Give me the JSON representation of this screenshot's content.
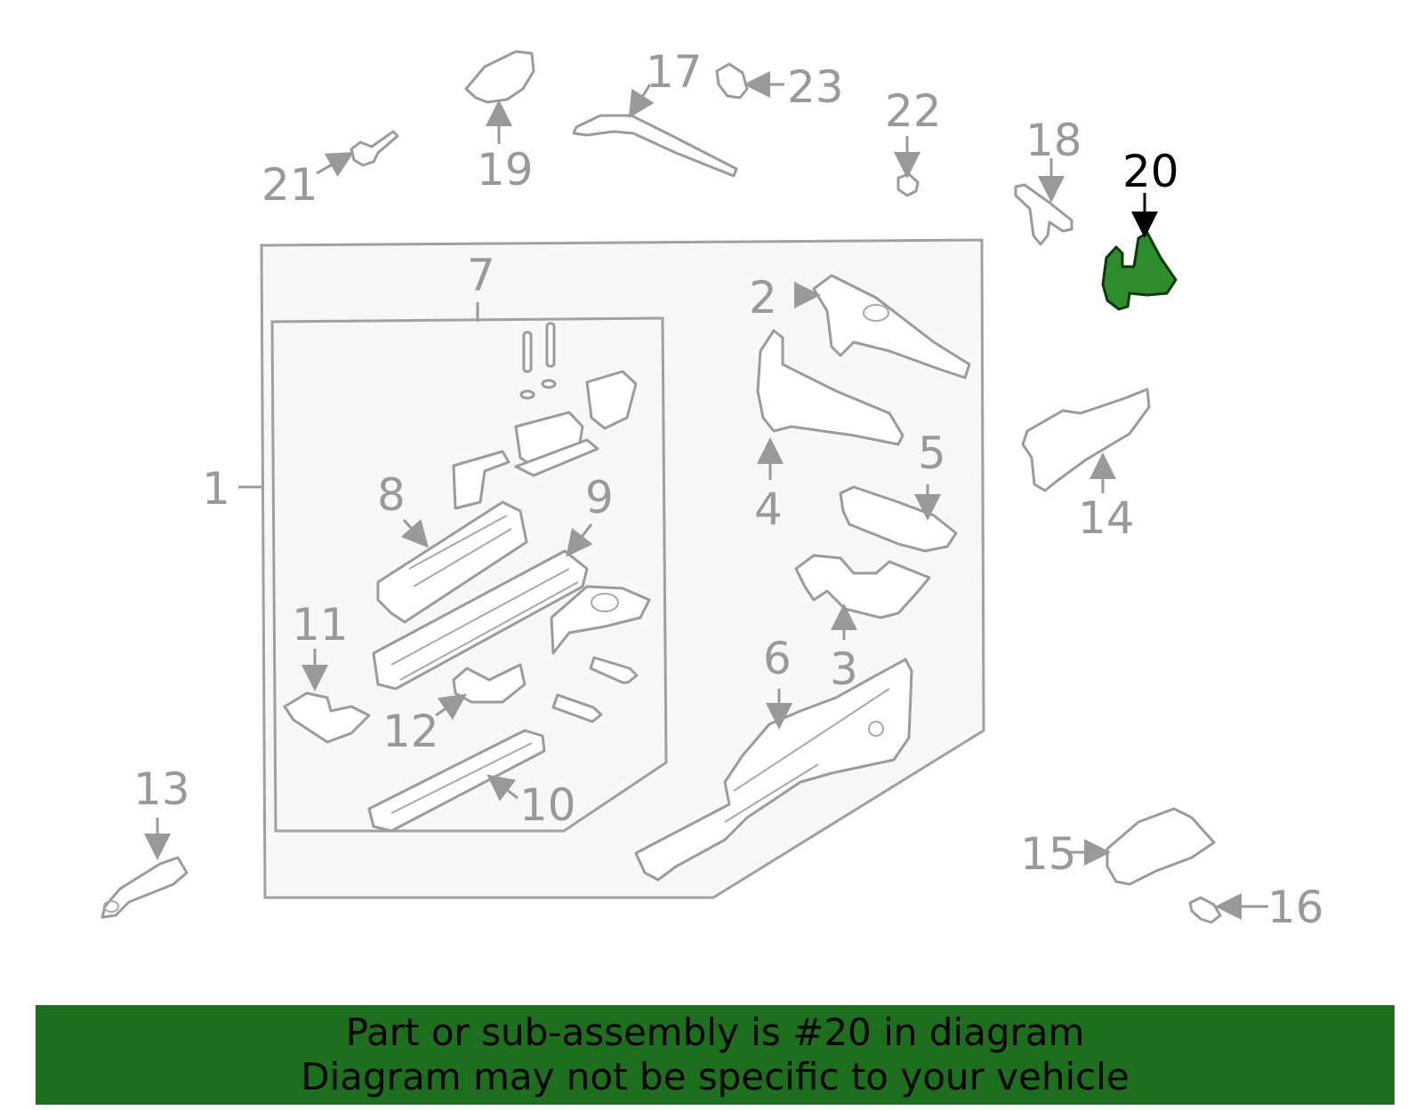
{
  "diagram": {
    "highlighted_part": "20",
    "callouts": [
      "1",
      "2",
      "3",
      "4",
      "5",
      "6",
      "7",
      "8",
      "9",
      "10",
      "11",
      "12",
      "13",
      "14",
      "15",
      "16",
      "17",
      "18",
      "19",
      "20",
      "21",
      "22",
      "23"
    ]
  },
  "banner": {
    "line1": "Part or sub-assembly is #20 in diagram",
    "line2": "Diagram may not be specific to your vehicle",
    "background": "#1d6f1d"
  },
  "colors": {
    "highlight": "#2e8b2e",
    "callout": "#999999",
    "active_callout": "#000000"
  }
}
